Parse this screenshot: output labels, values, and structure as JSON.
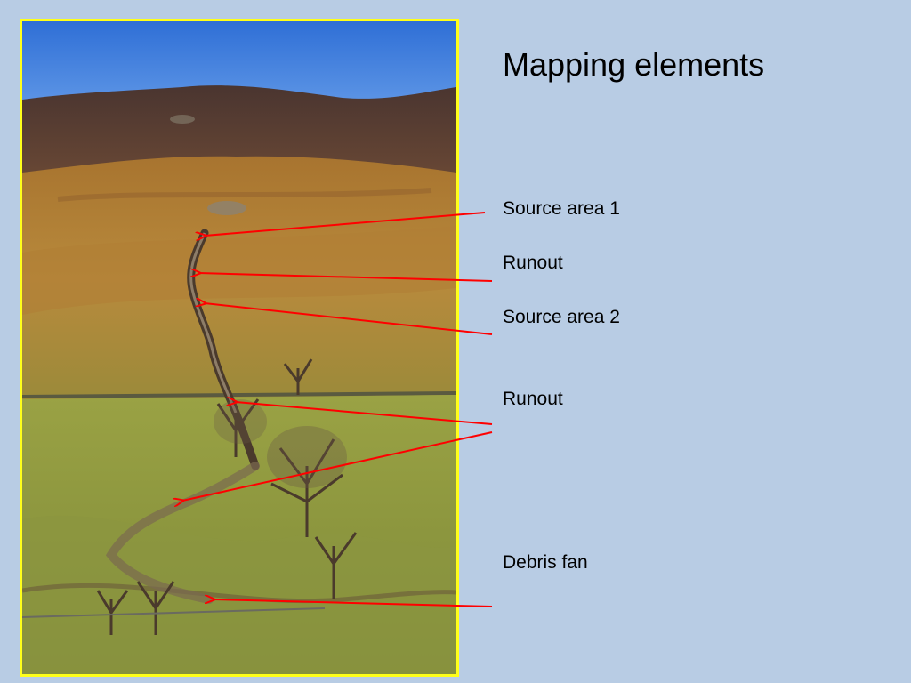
{
  "slide": {
    "title": "Mapping elements",
    "labels": {
      "source_area_1": "Source area 1",
      "runout_1": "Runout",
      "source_area_2": "Source area 2",
      "runout_2": "Runout",
      "debris_fan": "Debris fan"
    }
  },
  "colors": {
    "background": "#b8cce4",
    "frame_border": "#ffff1a",
    "arrow": "#ff0000"
  }
}
